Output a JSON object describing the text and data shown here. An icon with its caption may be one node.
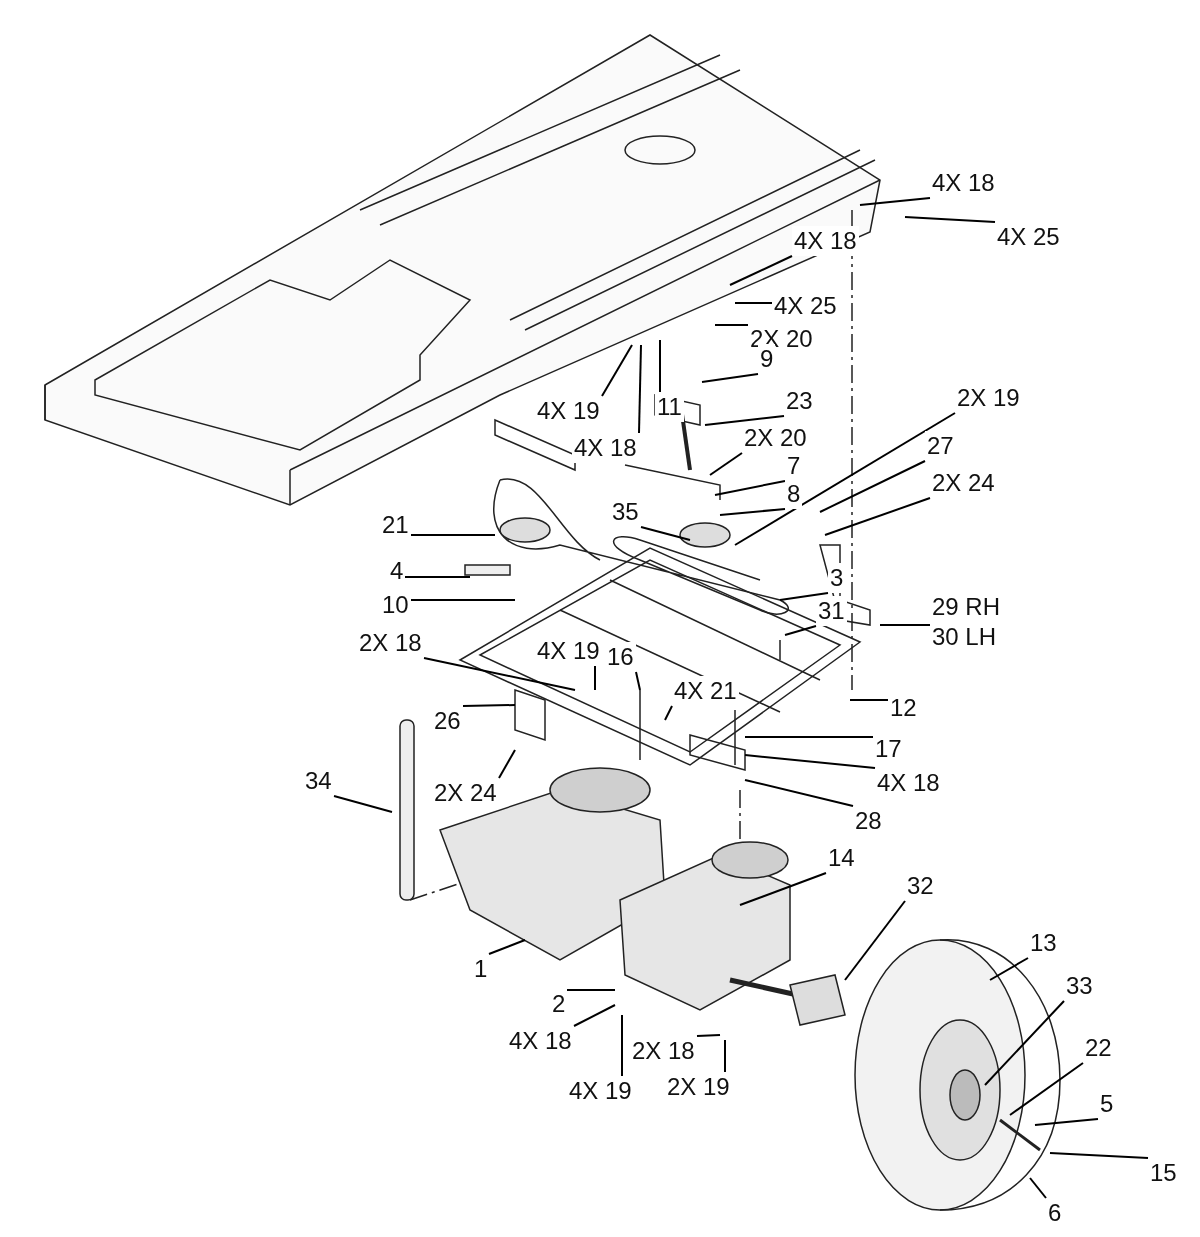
{
  "diagram": {
    "nodes": [
      {
        "text": [
          "4X 18"
        ]
      },
      {
        "text": [
          "4X 25"
        ]
      },
      {
        "text": [
          "4X 18"
        ]
      },
      {
        "text": [
          "4X 25"
        ]
      },
      {
        "text": [
          "2X 20"
        ]
      },
      {
        "text": [
          "4X 19"
        ]
      },
      {
        "text": [
          "4X 18"
        ]
      },
      {
        "text": [
          "11"
        ]
      },
      {
        "text": [
          "9"
        ]
      },
      {
        "text": [
          "23"
        ]
      },
      {
        "text": [
          "2X 20"
        ]
      },
      {
        "text": [
          "7"
        ]
      },
      {
        "text": [
          "8"
        ]
      },
      {
        "text": [
          "2X 19"
        ]
      },
      {
        "text": [
          "27"
        ]
      },
      {
        "text": [
          "2X 24"
        ]
      },
      {
        "text": [
          "35"
        ]
      },
      {
        "text": [
          "21"
        ]
      },
      {
        "text": [
          "4"
        ]
      },
      {
        "text": [
          "10"
        ]
      },
      {
        "text": [
          "3"
        ]
      },
      {
        "text": [
          "31"
        ]
      },
      {
        "text": [
          "29 RH",
          "30 LH"
        ]
      },
      {
        "text": [
          "2X 18"
        ]
      },
      {
        "text": [
          "4X 19"
        ]
      },
      {
        "text": [
          "16"
        ]
      },
      {
        "text": [
          "4X 21"
        ]
      },
      {
        "text": [
          "26"
        ]
      },
      {
        "text": [
          "12"
        ]
      },
      {
        "text": [
          "17"
        ]
      },
      {
        "text": [
          "4X 18"
        ]
      },
      {
        "text": [
          "28"
        ]
      },
      {
        "text": [
          "2X 24"
        ]
      },
      {
        "text": [
          "34"
        ]
      },
      {
        "text": [
          "14"
        ]
      },
      {
        "text": [
          "32"
        ]
      },
      {
        "text": [
          "13"
        ]
      },
      {
        "text": [
          "33"
        ]
      },
      {
        "text": [
          "1"
        ]
      },
      {
        "text": [
          "22"
        ]
      },
      {
        "text": [
          "2"
        ]
      },
      {
        "text": [
          "5"
        ]
      },
      {
        "text": [
          "4X 18"
        ]
      },
      {
        "text": [
          "2X 18"
        ]
      },
      {
        "text": [
          "15"
        ]
      },
      {
        "text": [
          "4X 19"
        ]
      },
      {
        "text": [
          "2X 19"
        ]
      },
      {
        "text": [
          "6"
        ]
      }
    ],
    "edges": [
      {
        "from": 0,
        "to": null,
        "arrow": "none"
      },
      {
        "from": 1,
        "to": null,
        "arrow": "none"
      },
      {
        "from": 2,
        "to": null,
        "arrow": "none"
      },
      {
        "from": 3,
        "to": null,
        "arrow": "none"
      },
      {
        "from": 4,
        "to": null,
        "arrow": "none"
      },
      {
        "from": 5,
        "to": null,
        "arrow": "none"
      },
      {
        "from": 6,
        "to": null,
        "arrow": "none"
      },
      {
        "from": 7,
        "to": null,
        "arrow": "none"
      },
      {
        "from": 8,
        "to": null,
        "arrow": "none"
      },
      {
        "from": 9,
        "to": null,
        "arrow": "none"
      },
      {
        "from": 10,
        "to": null,
        "arrow": "none"
      },
      {
        "from": 11,
        "to": null,
        "arrow": "none"
      },
      {
        "from": 12,
        "to": null,
        "arrow": "none"
      },
      {
        "from": 13,
        "to": null,
        "arrow": "none"
      },
      {
        "from": 14,
        "to": null,
        "arrow": "none"
      },
      {
        "from": 15,
        "to": null,
        "arrow": "none"
      },
      {
        "from": 16,
        "to": null,
        "arrow": "none"
      },
      {
        "from": 17,
        "to": null,
        "arrow": "none"
      },
      {
        "from": 18,
        "to": null,
        "arrow": "none"
      },
      {
        "from": 19,
        "to": null,
        "arrow": "none"
      },
      {
        "from": 20,
        "to": null,
        "arrow": "none"
      },
      {
        "from": 21,
        "to": null,
        "arrow": "none"
      },
      {
        "from": 22,
        "to": null,
        "arrow": "none"
      },
      {
        "from": 23,
        "to": null,
        "arrow": "none"
      },
      {
        "from": 24,
        "to": null,
        "arrow": "none"
      },
      {
        "from": 25,
        "to": null,
        "arrow": "none"
      },
      {
        "from": 26,
        "to": null,
        "arrow": "none"
      },
      {
        "from": 27,
        "to": null,
        "arrow": "none"
      },
      {
        "from": 28,
        "to": null,
        "arrow": "none"
      },
      {
        "from": 29,
        "to": null,
        "arrow": "none"
      },
      {
        "from": 30,
        "to": null,
        "arrow": "none"
      },
      {
        "from": 31,
        "to": null,
        "arrow": "none"
      },
      {
        "from": 32,
        "to": null,
        "arrow": "none"
      },
      {
        "from": 33,
        "to": null,
        "arrow": "none"
      },
      {
        "from": 34,
        "to": null,
        "arrow": "none"
      },
      {
        "from": 35,
        "to": null,
        "arrow": "none"
      },
      {
        "from": 36,
        "to": null,
        "arrow": "none"
      },
      {
        "from": 37,
        "to": null,
        "arrow": "none"
      },
      {
        "from": 38,
        "to": null,
        "arrow": "none"
      },
      {
        "from": 39,
        "to": null,
        "arrow": "none"
      },
      {
        "from": 40,
        "to": null,
        "arrow": "none"
      },
      {
        "from": 41,
        "to": null,
        "arrow": "none"
      },
      {
        "from": 42,
        "to": null,
        "arrow": "none"
      },
      {
        "from": 43,
        "to": null,
        "arrow": "none"
      },
      {
        "from": 44,
        "to": null,
        "arrow": "none"
      },
      {
        "from": 45,
        "to": null,
        "arrow": "none"
      },
      {
        "from": 46,
        "to": null,
        "arrow": "none"
      },
      {
        "from": 47,
        "to": null,
        "arrow": "none"
      }
    ]
  }
}
